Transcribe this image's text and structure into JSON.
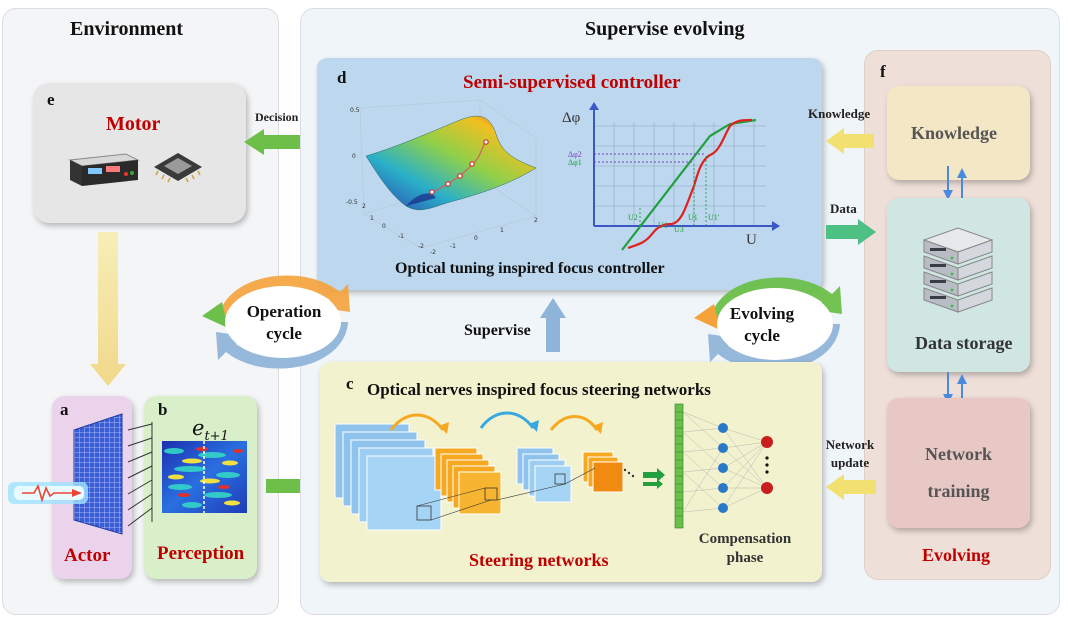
{
  "environment": {
    "title": "Environment",
    "motor": {
      "letter": "e",
      "label": "Motor"
    },
    "actor": {
      "letter": "a",
      "label": "Actor"
    },
    "perception": {
      "letter": "b",
      "label": "Perception",
      "symbol_main": "e",
      "symbol_sub": "t+1"
    },
    "decision_label": "Decision",
    "operation_cycle": [
      "Operation",
      "cycle"
    ]
  },
  "supervise": {
    "title": "Supervise evolving",
    "controller": {
      "letter": "d",
      "title": "Semi-supervised controller",
      "caption": "Optical tuning inspired focus controller",
      "plot3d": {
        "z_ticks": [
          "0.5",
          "0",
          "-0.5"
        ],
        "x_ticks": [
          "-2",
          "-1",
          "0",
          "1",
          "2"
        ],
        "y_ticks": [
          "-2",
          "-1",
          "0",
          "1",
          "2"
        ]
      },
      "phase_plot": {
        "y_axis": "Δφ",
        "x_axis": "U",
        "labels": [
          "Δφ2",
          "Δφ1",
          "U2",
          "U1",
          "U3",
          "U1",
          "U1'"
        ]
      }
    },
    "supervise_label": "Supervise",
    "evolving_cycle": [
      "Evolving",
      "cycle"
    ],
    "steering": {
      "letter": "c",
      "title": "Optical nerves inspired focus steering networks",
      "caption": "Steering networks",
      "output": [
        "Compensation",
        "phase"
      ]
    }
  },
  "evolving": {
    "letter": "f",
    "knowledge": "Knowledge",
    "data_storage": "Data storage",
    "network_training": [
      "Network",
      "training"
    ],
    "label": "Evolving",
    "arrows": {
      "knowledge": "Knowledge",
      "data": "Data",
      "network_update": [
        "Network",
        "update"
      ]
    }
  },
  "colors": {
    "title_red": "#c00000",
    "arrow_green": "#6cc04a",
    "arrow_yellow": "#f2e28a",
    "arrow_blue": "#8fb4d9"
  }
}
